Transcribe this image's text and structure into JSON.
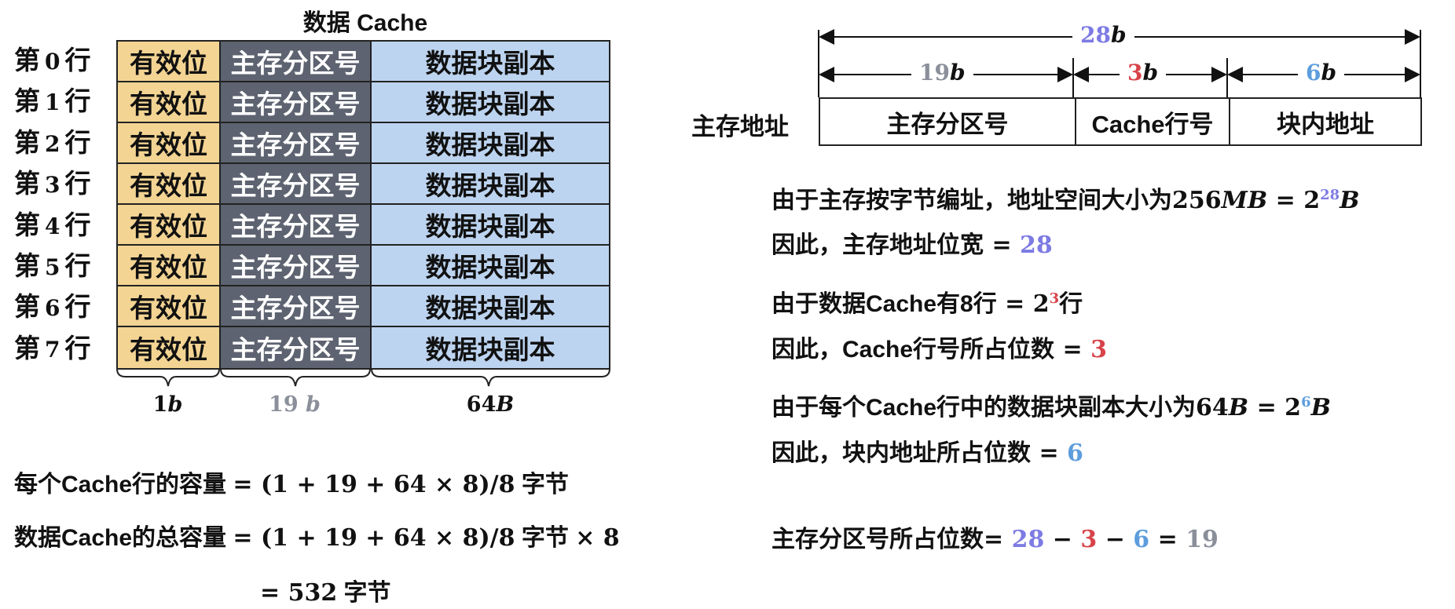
{
  "cache": {
    "title": "数据 Cache",
    "rows": [
      {
        "pre": "第",
        "num": "0",
        "post": "行"
      },
      {
        "pre": "第",
        "num": "1",
        "post": "行"
      },
      {
        "pre": "第",
        "num": "2",
        "post": "行"
      },
      {
        "pre": "第",
        "num": "3",
        "post": "行"
      },
      {
        "pre": "第",
        "num": "4",
        "post": "行"
      },
      {
        "pre": "第",
        "num": "5",
        "post": "行"
      },
      {
        "pre": "第",
        "num": "6",
        "post": "行"
      },
      {
        "pre": "第",
        "num": "7",
        "post": "行"
      }
    ],
    "columns": [
      "有效位",
      "主存分区号",
      "数据块副本"
    ],
    "sizes": [
      {
        "n": "1",
        "u": "b"
      },
      {
        "n": "19 ",
        "u": "b"
      },
      {
        "n": "64",
        "u": "B"
      }
    ]
  },
  "calc": {
    "l1_text": "每个Cache行的容量",
    "l1_math": "= (1 + 19 + 64 × 8)/8",
    "l1_unit": "字节",
    "l2_text": "数据Cache的总容量",
    "l2_math": "= (1 + 19 + 64 × 8)/8",
    "l2_unit": "字节",
    "l2_tail": "× 8",
    "l3_math": "= 532",
    "l3_unit": "字节"
  },
  "address": {
    "label": "主存地址",
    "total": {
      "n": "28",
      "u": "b"
    },
    "fields": [
      {
        "name": "主存分区号",
        "n": "19",
        "u": "b"
      },
      {
        "name": "Cache行号",
        "n": "3",
        "u": "b"
      },
      {
        "name": "块内地址",
        "n": "6",
        "u": "b"
      }
    ]
  },
  "explain": {
    "a1": "由于主存按字节编址，地址空间大小为",
    "a1_math": "256",
    "a1_unit": "MB",
    "a1_eq": " = 2",
    "a1_exp": "28",
    "a1_B": "B",
    "a2": "因此，主存地址位宽",
    "a2_eq": " = ",
    "a2_val": "28",
    "b1": "由于数据Cache有8行",
    "b1_eq": " = 2",
    "b1_exp": "3",
    "b1_tail": "行",
    "b2": "因此，Cache行号所占位数",
    "b2_eq": " = ",
    "b2_val": "3",
    "c1": "由于每个Cache行中的数据块副本大小为",
    "c1_math": "64",
    "c1_unit": "B",
    "c1_eq": " = 2",
    "c1_exp": "6",
    "c1_B": "B",
    "c2": "因此，块内地址所占位数",
    "c2_eq": " = ",
    "c2_val": "6",
    "d1": "主存分区号所占位数",
    "d1_eq": "= ",
    "d1_a": "28",
    "d1_m1": " − ",
    "d1_b": "3",
    "d1_m2": " − ",
    "d1_c": "6",
    "d1_eq2": " = ",
    "d1_r": "19"
  },
  "colors": {
    "valid": "#f3d493",
    "tag": "#5d6370",
    "data": "#bdd4f0",
    "purple": "#7d7be3",
    "red": "#d8434a",
    "blue": "#5d9ddc",
    "gray": "#8a8f9a"
  }
}
